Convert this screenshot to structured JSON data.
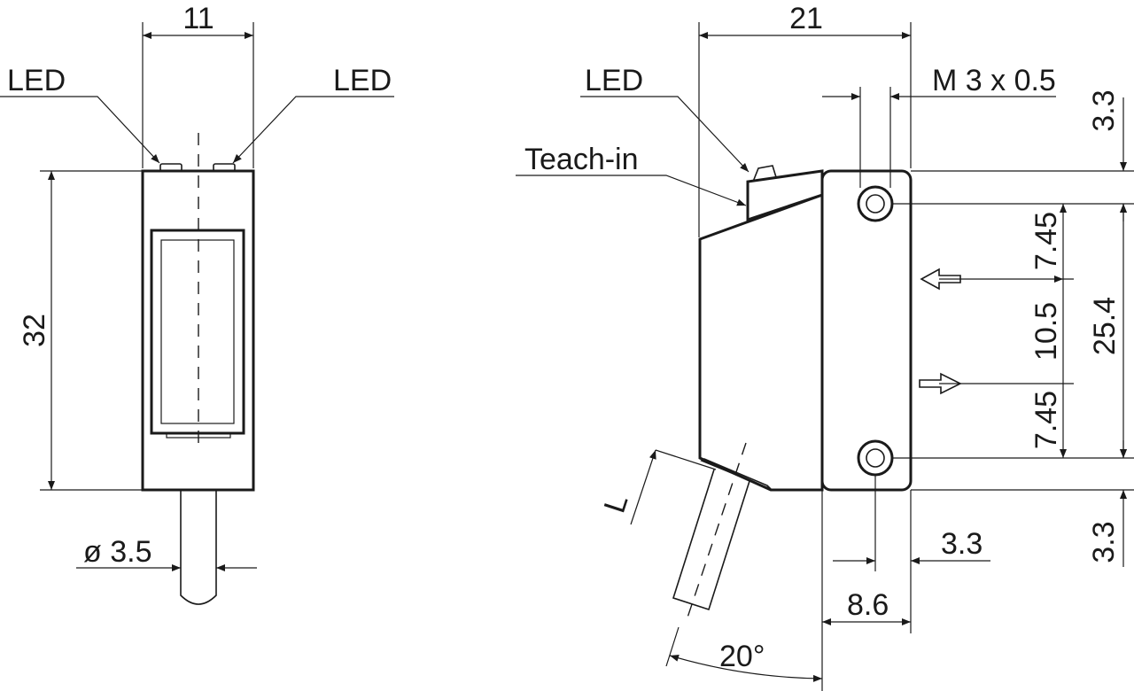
{
  "front_view": {
    "width_dim": "11",
    "height_dim": "32",
    "cable_diameter": "ø 3.5",
    "led_left_label": "LED",
    "led_right_label": "LED"
  },
  "side_view": {
    "length_dim": "21",
    "thread_label": "M 3 x 0.5",
    "led_label": "LED",
    "teach_in_label": "Teach-in",
    "top_offset": "3.3",
    "upper_pitch": "7.45",
    "optical_pitch": "10.5",
    "lower_pitch": "7.45",
    "hole_spacing": "25.4",
    "bottom_offset": "3.3",
    "hole_inset": "3.3",
    "flange_depth": "8.6",
    "cable_angle": "20°",
    "cable_length_label": "L"
  }
}
